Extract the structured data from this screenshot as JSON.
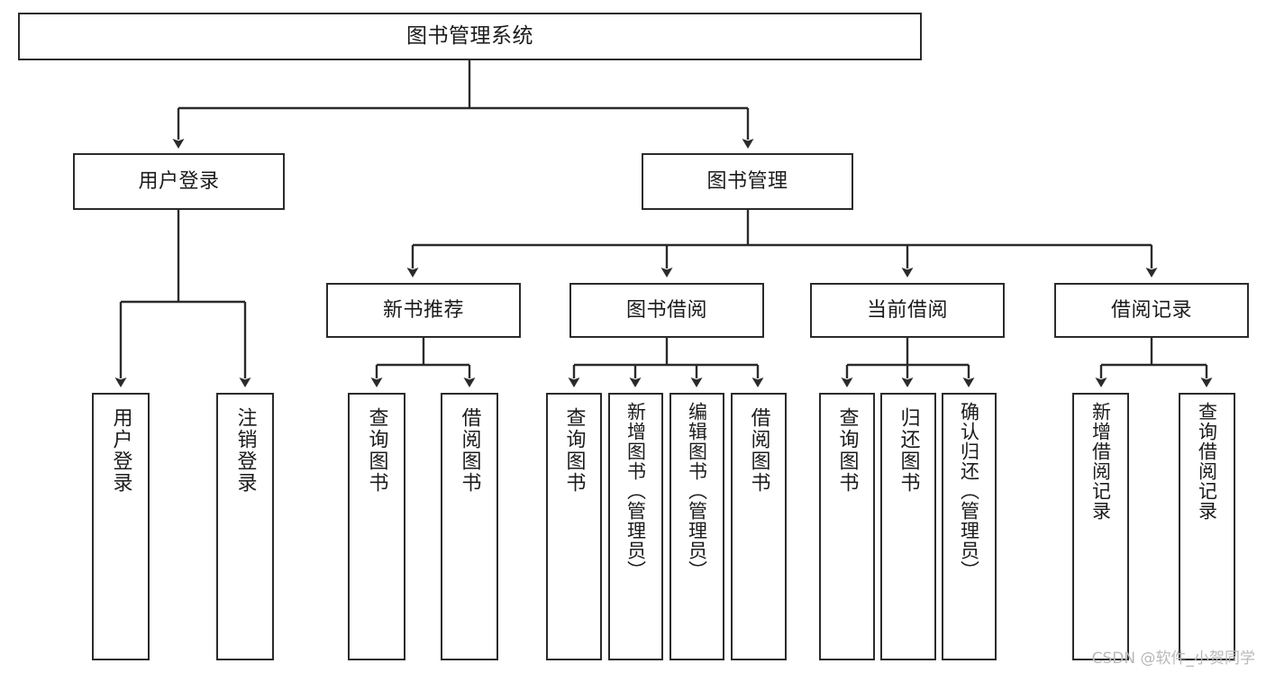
{
  "diagram": {
    "title": "图书管理系统",
    "type": "hierarchy-tree",
    "watermark": "CSDN @软件_小贺同学",
    "colors": {
      "stroke": "#2b2b2b",
      "fill": "#ffffff",
      "text": "#1b1b1b",
      "watermark": "#b9b9b9"
    },
    "nodes": {
      "root": {
        "label": "图书管理系统"
      },
      "level2": [
        {
          "id": "user-login",
          "label": "用户登录"
        },
        {
          "id": "book-manage",
          "label": "图书管理"
        }
      ],
      "level3": [
        {
          "id": "new-book-recommend",
          "label": "新书推荐"
        },
        {
          "id": "book-borrow",
          "label": "图书借阅"
        },
        {
          "id": "current-borrow",
          "label": "当前借阅"
        },
        {
          "id": "borrow-record",
          "label": "借阅记录"
        }
      ],
      "leaves": {
        "user-login": [
          {
            "id": "leaf-user-login",
            "label": "用户登录"
          },
          {
            "id": "leaf-user-logout",
            "label": "注销登录"
          }
        ],
        "new-book-recommend": [
          {
            "id": "leaf-query-book-1",
            "label": "查询图书"
          },
          {
            "id": "leaf-borrow-book-1",
            "label": "借阅图书"
          }
        ],
        "book-borrow": [
          {
            "id": "leaf-query-book-2",
            "label": "查询图书"
          },
          {
            "id": "leaf-add-book",
            "label": "新增图书（管理员）"
          },
          {
            "id": "leaf-edit-book",
            "label": "编辑图书（管理员）"
          },
          {
            "id": "leaf-borrow-book-2",
            "label": "借阅图书"
          }
        ],
        "current-borrow": [
          {
            "id": "leaf-query-book-3",
            "label": "查询图书"
          },
          {
            "id": "leaf-return-book",
            "label": "归还图书"
          },
          {
            "id": "leaf-confirm-return",
            "label": "确认归还（管理员）"
          }
        ],
        "borrow-record": [
          {
            "id": "leaf-add-record",
            "label": "新增借阅记录"
          },
          {
            "id": "leaf-query-record",
            "label": "查询借阅记录"
          }
        ]
      }
    }
  }
}
